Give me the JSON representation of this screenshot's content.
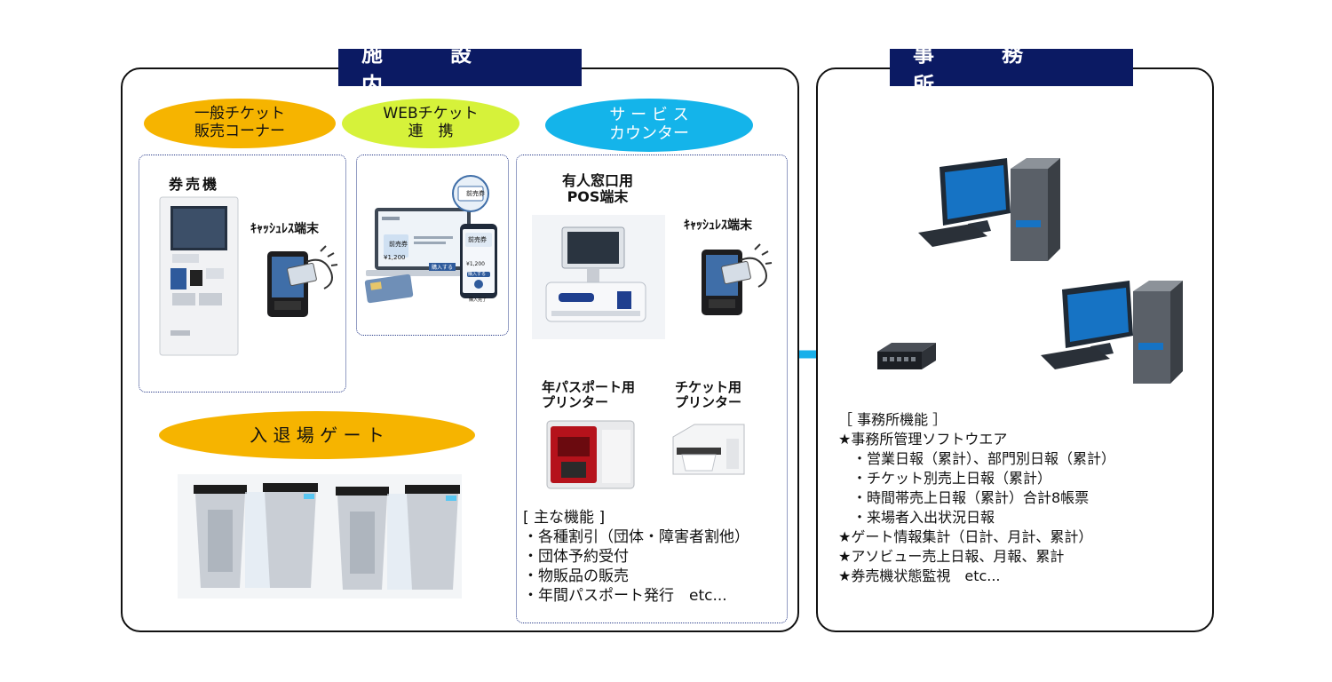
{
  "facility": {
    "title": "施　設　内",
    "corner_general": [
      "一般チケット",
      "販売コーナー"
    ],
    "corner_web": [
      "WEBチケット",
      "連　携"
    ],
    "corner_service": [
      "サ ー ビ ス",
      "カウンター"
    ],
    "gate_label": "入 退 場 ゲ ー ト",
    "ticket_machine_label": "券売機",
    "cashless_label_1": "ｷｬｯｼｭﾚｽ端末",
    "cashless_label_2": "ｷｬｯｼｭﾚｽ端末",
    "pos_label": [
      "有人窓口用",
      "POS端末"
    ],
    "passport_printer_label": [
      "年パスポート用",
      "プリンター"
    ],
    "ticket_printer_label": [
      "チケット用",
      "プリンター"
    ],
    "web_ui": {
      "ticket_1": "前売券",
      "ticket_2": "前売券",
      "ticket_3": "前売券",
      "price_1": "¥1,200",
      "price_2": "¥1,200",
      "buy_1": "購入する",
      "buy_2": "購入する",
      "done": "購入完了"
    },
    "functions_heading": "[ 主な機能 ]",
    "functions": [
      "・各種割引（団体・障害者割他）",
      "・団体予約受付",
      "・物販品の販売",
      "・年間パスポート発行　etc..."
    ]
  },
  "office": {
    "title": "事　務　所",
    "functions_heading": "［ 事務所機能 ］",
    "lines": [
      "★事務所管理ソフトウエア",
      "　・営業日報（累計）、部門別日報（累計）",
      "　・チケット別売上日報（累計）",
      "　・時間帯売上日報（累計）合計8帳票",
      "　・来場者入出状況日報",
      "★ゲート情報集計（日計、月計、累計）",
      "★アソビュー売上日報、月報、累計",
      "★券売機状態監視　etc..."
    ]
  },
  "colors": {
    "navy": "#0b1a63",
    "network_line": "#18b0ea",
    "oval_orange": "#f6b400",
    "oval_lime": "#d6f23a",
    "oval_sky": "#14b4ea"
  }
}
